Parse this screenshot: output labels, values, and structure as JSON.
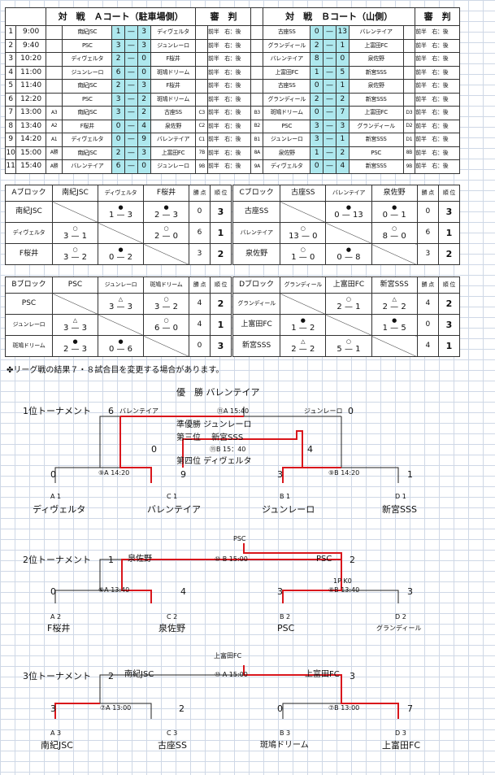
{
  "schedule": {
    "hA": {
      "vs": "対　戦",
      "court": "Ａコート（駐車場側）",
      "ref": "審　判"
    },
    "hB": {
      "vs": "対　戦",
      "court": "Ｂコート（山側）",
      "ref": "審　判"
    },
    "rows": [
      {
        "n": "1",
        "time": "9:00",
        "ca": "",
        "ta1": "南紀JSC",
        "sa1": "1",
        "sa2": "3",
        "ta2": "ディヴェルタ",
        "refa": "前半　右：後",
        "cb": "",
        "tb1": "古座SS",
        "sb1": "0",
        "sb2": "13",
        "tb2": "バレンテイア",
        "refb": "前半　右：後"
      },
      {
        "n": "2",
        "time": "9:40",
        "ca": "",
        "ta1": "PSC",
        "sa1": "3",
        "sa2": "3",
        "ta2": "ジュンレーロ",
        "refa": "前半　右：後",
        "cb": "",
        "tb1": "グランディール",
        "sb1": "2",
        "sb2": "1",
        "tb2": "上富田FC",
        "refb": "前半　右：後"
      },
      {
        "n": "3",
        "time": "10:20",
        "ca": "",
        "ta1": "ディヴェルタ",
        "sa1": "2",
        "sa2": "0",
        "ta2": "F桜井",
        "refa": "前半　右：後",
        "cb": "",
        "tb1": "バレンテイア",
        "sb1": "8",
        "sb2": "0",
        "tb2": "泉佐野",
        "refb": "前半　右：後"
      },
      {
        "n": "4",
        "time": "11:00",
        "ca": "",
        "ta1": "ジュンレーロ",
        "sa1": "6",
        "sa2": "0",
        "ta2": "斑鳩ドリーム",
        "refa": "前半　右：後",
        "cb": "",
        "tb1": "上富田FC",
        "sb1": "1",
        "sb2": "5",
        "tb2": "新宮SSS",
        "refb": "前半　右：後"
      },
      {
        "n": "5",
        "time": "11:40",
        "ca": "",
        "ta1": "南紀JSC",
        "sa1": "2",
        "sa2": "3",
        "ta2": "F桜井",
        "refa": "前半　右：後",
        "cb": "",
        "tb1": "古座SS",
        "sb1": "0",
        "sb2": "1",
        "tb2": "泉佐野",
        "refb": "前半　右：後"
      },
      {
        "n": "6",
        "time": "12:20",
        "ca": "",
        "ta1": "PSC",
        "sa1": "3",
        "sa2": "2",
        "ta2": "斑鳩ドリーム",
        "refa": "前半　右：後",
        "cb": "",
        "tb1": "グランディール",
        "sb1": "2",
        "sb2": "2",
        "tb2": "新宮SSS",
        "refb": "前半　右：後"
      },
      {
        "n": "7",
        "time": "13:00",
        "ca": "A3",
        "ta1": "南紀JSC",
        "sa1": "3",
        "sa2": "2",
        "ta2": "古座SS",
        "ca2": "C3",
        "refa": "前半　右：後",
        "cb": "B3",
        "tb1": "斑鳩ドリーム",
        "sb1": "0",
        "sb2": "7",
        "tb2": "上富田FC",
        "cb2": "D3",
        "refb": "前半　右：後"
      },
      {
        "n": "8",
        "time": "13:40",
        "ca": "A2",
        "ta1": "F桜井",
        "sa1": "0",
        "sa2": "4",
        "ta2": "泉佐野",
        "ca2": "C2",
        "refa": "前半　右：後",
        "cb": "B2",
        "tb1": "PSC",
        "sb1": "3",
        "sb2": "3",
        "tb2": "グランディール",
        "cb2": "D2",
        "refb": "前半　右：後"
      },
      {
        "n": "9",
        "time": "14:20",
        "ca": "A1",
        "ta1": "ディヴェルタ",
        "sa1": "0",
        "sa2": "9",
        "ta2": "バレンテイア",
        "ca2": "C1",
        "refa": "前半　右：後",
        "cb": "B1",
        "tb1": "ジュンレーロ",
        "sb1": "3",
        "sb2": "1",
        "tb2": "新宮SSS",
        "cb2": "D1",
        "refb": "前半　右：後"
      },
      {
        "n": "10",
        "time": "15:00",
        "ca": "A勝",
        "ta1": "南紀JSC",
        "sa1": "2",
        "sa2": "3",
        "ta2": "上富田FC",
        "ca2": "7B",
        "refa": "前半　右：後",
        "cb": "8A",
        "tb1": "泉佐野",
        "sb1": "1",
        "sb2": "2",
        "tb2": "PSC",
        "cb2": "8B",
        "refb": "前半　右：後"
      },
      {
        "n": "11",
        "time": "15:40",
        "ca": "A勝",
        "ta1": "バレンテイア",
        "sa1": "6",
        "sa2": "0",
        "ta2": "ジュンレーロ",
        "ca2": "9B",
        "refa": "前半　右：後",
        "cb": "9A",
        "tb1": "ディヴェルタ",
        "sb1": "0",
        "sb2": "4",
        "tb2": "新宮SSS",
        "cb2": "9B",
        "refb": "前半　右：後"
      }
    ]
  },
  "groups": [
    {
      "head": "Aブロック",
      "cols": [
        "南紀JSC",
        "ディヴェルタ",
        "F桜井"
      ],
      "pts": "勝 点",
      "rank": "順 位",
      "rows": [
        {
          "team": "南紀JSC",
          "c": [
            null,
            {
              "m": "●",
              "a": "1",
              "b": "3"
            },
            {
              "m": "●",
              "a": "2",
              "b": "3"
            }
          ],
          "pts": "0",
          "rank": "3"
        },
        {
          "team": "ディヴェルタ",
          "c": [
            {
              "m": "○",
              "a": "3",
              "b": "1"
            },
            null,
            {
              "m": "○",
              "a": "2",
              "b": "0"
            }
          ],
          "pts": "6",
          "rank": "1"
        },
        {
          "team": "F桜井",
          "c": [
            {
              "m": "○",
              "a": "3",
              "b": "2"
            },
            {
              "m": "●",
              "a": "0",
              "b": "2"
            },
            null
          ],
          "pts": "3",
          "rank": "2"
        }
      ]
    },
    {
      "head": "Cブロック",
      "cols": [
        "古座SS",
        "バレンテイア",
        "泉佐野"
      ],
      "pts": "勝 点",
      "rank": "順 位",
      "rows": [
        {
          "team": "古座SS",
          "c": [
            null,
            {
              "m": "●",
              "a": "0",
              "b": "13"
            },
            {
              "m": "●",
              "a": "0",
              "b": "1"
            }
          ],
          "pts": "0",
          "rank": "3"
        },
        {
          "team": "バレンテイア",
          "c": [
            {
              "m": "○",
              "a": "13",
              "b": "0"
            },
            null,
            {
              "m": "○",
              "a": "8",
              "b": "0"
            }
          ],
          "pts": "6",
          "rank": "1"
        },
        {
          "team": "泉佐野",
          "c": [
            {
              "m": "○",
              "a": "1",
              "b": "0"
            },
            {
              "m": "●",
              "a": "0",
              "b": "8"
            },
            null
          ],
          "pts": "3",
          "rank": "2"
        }
      ]
    },
    {
      "head": "Bブロック",
      "cols": [
        "PSC",
        "ジュンレーロ",
        "斑鳩ドリーム"
      ],
      "pts": "勝 点",
      "rank": "順 位",
      "rows": [
        {
          "team": "PSC",
          "c": [
            null,
            {
              "m": "△",
              "a": "3",
              "b": "3"
            },
            {
              "m": "○",
              "a": "3",
              "b": "2"
            }
          ],
          "pts": "4",
          "rank": "2"
        },
        {
          "team": "ジュンレーロ",
          "c": [
            {
              "m": "△",
              "a": "3",
              "b": "3"
            },
            null,
            {
              "m": "○",
              "a": "6",
              "b": "0"
            }
          ],
          "pts": "4",
          "rank": "1"
        },
        {
          "team": "斑鳩ドリーム",
          "c": [
            {
              "m": "●",
              "a": "2",
              "b": "3"
            },
            {
              "m": "●",
              "a": "0",
              "b": "6"
            },
            null
          ],
          "pts": "0",
          "rank": "3"
        }
      ]
    },
    {
      "head": "Dブロック",
      "cols": [
        "グランディール",
        "上富田FC",
        "新宮SSS"
      ],
      "pts": "勝 点",
      "rank": "順 位",
      "rows": [
        {
          "team": "グランディール",
          "c": [
            null,
            {
              "m": "○",
              "a": "2",
              "b": "1"
            },
            {
              "m": "△",
              "a": "2",
              "b": "2"
            }
          ],
          "pts": "4",
          "rank": "2"
        },
        {
          "team": "上富田FC",
          "c": [
            {
              "m": "●",
              "a": "1",
              "b": "2"
            },
            null,
            {
              "m": "●",
              "a": "1",
              "b": "5"
            }
          ],
          "pts": "0",
          "rank": "3"
        },
        {
          "team": "新宮SSS",
          "c": [
            {
              "m": "△",
              "a": "2",
              "b": "2"
            },
            {
              "m": "○",
              "a": "5",
              "b": "1"
            },
            null
          ],
          "pts": "4",
          "rank": "1"
        }
      ]
    }
  ],
  "note": "✤リーグ戦の結果７・８試合目を変更する場合があります。",
  "t1": {
    "champ": "優　勝 バレンテイア",
    "title": "1位トーナメント",
    "l6": "6",
    "lv": "バレンテイア",
    "m11": "⑪A 15:40",
    "rj": "ジュンレーロ",
    "r0": "0",
    "runner": "準優勝 ジュンレーロ",
    "third": "第三位　 新宮SSS",
    "m11b": "⑪B 15：40",
    "fourth": "第四位 ディヴェルタ",
    "s0": "0",
    "s4": "4",
    "s0b": "0",
    "m9a": "⑨A 14:20",
    "s9": "9",
    "s3": "3",
    "m9b": "⑨B 14:20",
    "s1": "1",
    "c1": "A 1",
    "c2": "C 1",
    "c3": "B 1",
    "c4": "D 1",
    "n1": "ディヴェルタ",
    "n2": "バレンテイア",
    "n3": "ジュンレーロ",
    "n4": "新宮SSS"
  },
  "t2": {
    "winner": "PSC",
    "title": "2位トーナメント",
    "l1": "1",
    "lw": "泉佐野",
    "m10": "⑩ B 15:00",
    "rw": "PSC",
    "r2": "2",
    "pk": "1P K0",
    "s0": "0",
    "m8a": "⑧A 13:40",
    "s4": "4",
    "s3": "3",
    "m8b": "⑧B 13:40",
    "s3b": "3",
    "c1": "A 2",
    "c2": "C 2",
    "c3": "B 2",
    "c4": "D 2",
    "n1": "F桜井",
    "n2": "泉佐野",
    "n3": "PSC",
    "n4": "グランディール"
  },
  "t3": {
    "winner": "上富田FC",
    "title": "3位トーナメント",
    "l2": "2",
    "lw": "南紀JSC",
    "m10": "⑩ A 15:00",
    "rw": "上富田FC",
    "r3": "3",
    "s3": "3",
    "m7a": "⑦A 13:00",
    "s2": "2",
    "s0": "0",
    "m7b": "⑦B 13:00",
    "s7": "7",
    "c1": "A 3",
    "c2": "C 3",
    "c3": "B 3",
    "c4": "D 3",
    "n1": "南紀JSC",
    "n2": "古座SS",
    "n3": "斑鳩ドリーム",
    "n4": "上富田FC"
  }
}
